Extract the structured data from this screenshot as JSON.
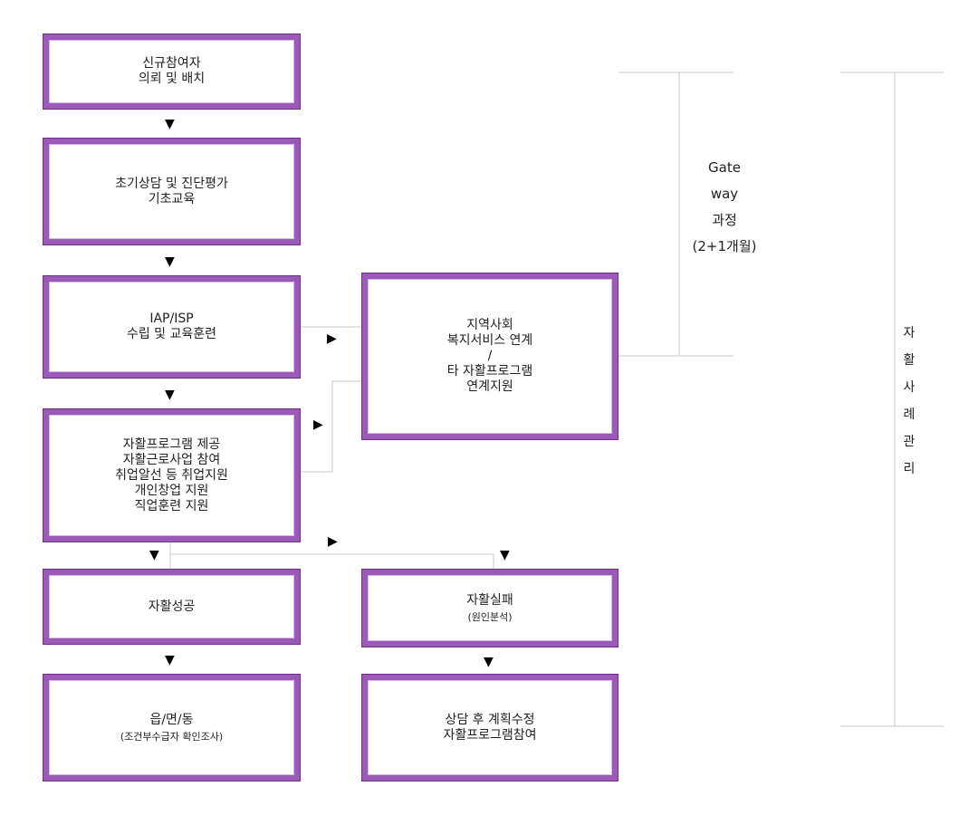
{
  "boxes": {
    "new_participant": {
      "line1": "신규참여자",
      "line2": "의뢰 및 배치"
    },
    "initial_counsel": {
      "line1": "초기상담 및 진단평가",
      "line2": "기초교육"
    },
    "iap_isp": {
      "line1": "IAP/ISP",
      "line2": "수립 및 교육훈련"
    },
    "community": {
      "line1": "지역사회",
      "line2": "복지서비스 연계",
      "line3": "/",
      "line4": "타 자활프로그램",
      "line5": "연계지원"
    },
    "program": {
      "line1": "자활프로그램 제공",
      "line2": "자활근로사업 참여",
      "line3": "취업알선 등 취업지원",
      "line4": "개인창업 지원",
      "line5": "직업훈련 지원"
    },
    "success": {
      "line1": "자활성공"
    },
    "failure": {
      "line1": "자활실패",
      "sub": "(원인분석)"
    },
    "office": {
      "line1": "읍/면/동",
      "sub": "(조건부수급자 확인조사)"
    },
    "replan": {
      "line1": "상담 후 계획수정",
      "line2": "자활프로그램참여"
    }
  },
  "arrows": {
    "down": "▼",
    "right": "▶"
  },
  "gateway": {
    "line1": "Gate",
    "line2": "way",
    "line3": "과정",
    "line4": "(2+1개월)"
  },
  "case_management": [
    "자",
    "활",
    "사",
    "례",
    "관",
    "리"
  ],
  "colors": {
    "box_border": "#9c5ab8",
    "line": "#c8c8c8"
  }
}
